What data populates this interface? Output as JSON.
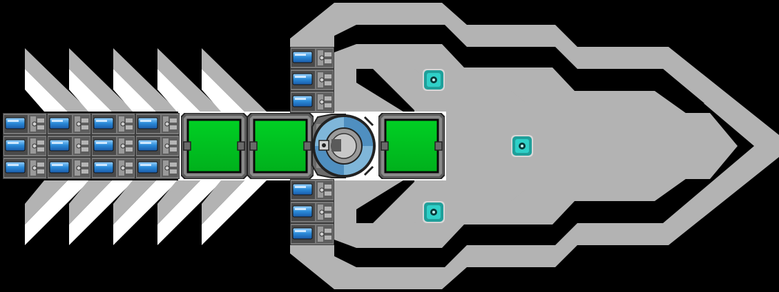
{
  "scene": {
    "kind": "ship-blueprint-top-down",
    "colors": {
      "background": "#000000",
      "hull": "#b3b3b3",
      "hull_highlight": "#ffffff",
      "panel_dark": "#3a3a3a",
      "panel_mid": "#8a8a8a",
      "cell_blue": "#2a8ad8",
      "room_green": "#00c020",
      "turret_blue": "#7fb6d9",
      "beacon_teal": "#2fd0c8"
    },
    "battery_banks": [
      {
        "name": "battery-bank-rear",
        "rows": 3,
        "cols": 4,
        "cell_icon": "battery-cell-icon"
      },
      {
        "name": "battery-bank-top",
        "rows": 3,
        "cols": 1,
        "cell_icon": "battery-cell-icon"
      },
      {
        "name": "battery-bank-bottom",
        "rows": 3,
        "cols": 1,
        "cell_icon": "battery-cell-icon"
      }
    ],
    "rooms": [
      {
        "name": "green-room-1",
        "state": "powered"
      },
      {
        "name": "green-room-2",
        "state": "powered"
      },
      {
        "name": "green-room-3",
        "state": "powered"
      }
    ],
    "turret": {
      "name": "central-turret",
      "icon": "turret-icon"
    },
    "beacons": [
      {
        "name": "beacon-top",
        "icon": "beacon-icon"
      },
      {
        "name": "beacon-middle",
        "icon": "beacon-icon"
      },
      {
        "name": "beacon-bottom",
        "icon": "beacon-icon"
      }
    ],
    "thruster_chevrons": 5
  }
}
